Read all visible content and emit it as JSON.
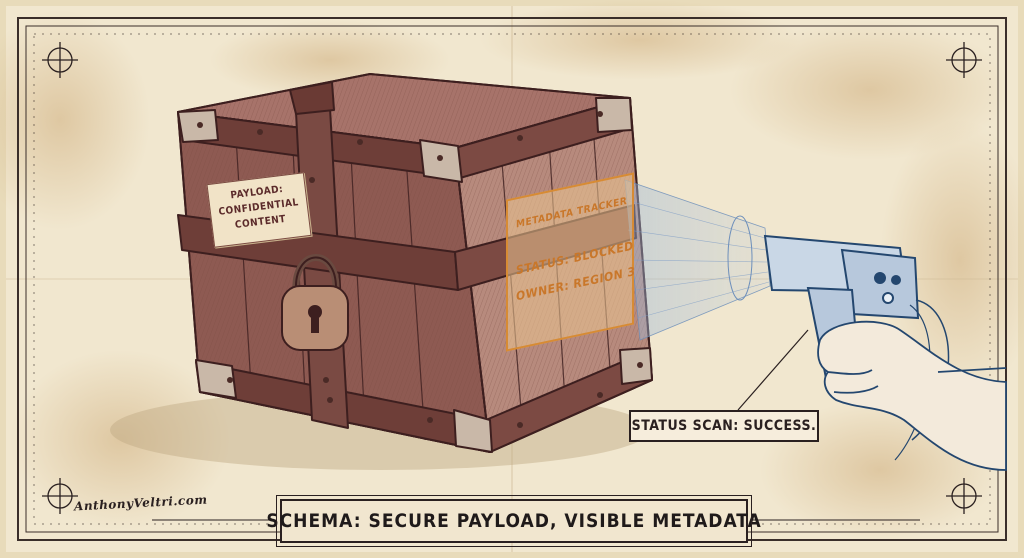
{
  "crate_note": {
    "line1": "PAYLOAD:",
    "line2": "CONFIDENTIAL",
    "line3": "CONTENT"
  },
  "metadata_card": {
    "title": "METADATA TRACKER",
    "status": "STATUS: BLOCKED",
    "owner": "OWNER: REGION 3"
  },
  "scan_result": "STATUS SCAN: SUCCESS.",
  "banner": "SCHEMA: SECURE PAYLOAD, VISIBLE METADATA",
  "signature": "AnthonyVeltri.com",
  "colors": {
    "paper": "#eee3c8",
    "stain": "#d8b98a",
    "ink": "#5b2a2a",
    "accent": "#d78b34",
    "scanner": "#2f5f97"
  },
  "icons": [
    "crosshair-icon",
    "padlock-icon",
    "scanner-icon"
  ]
}
